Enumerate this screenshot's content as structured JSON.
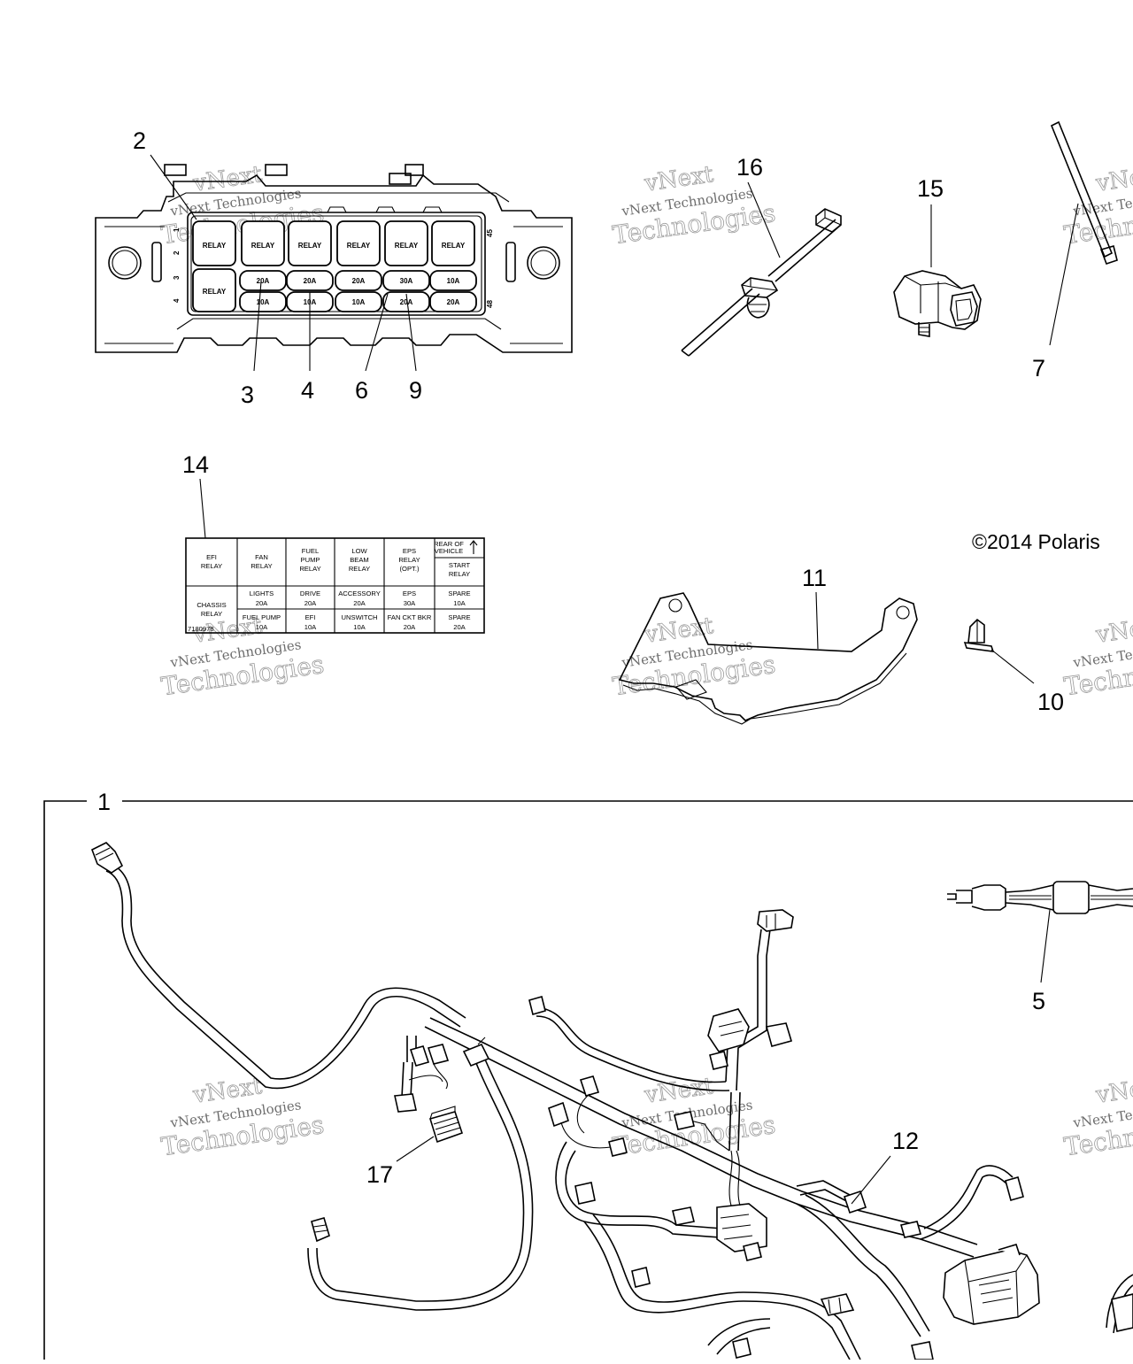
{
  "diagram": {
    "copyright": "©2014 Polaris",
    "watermark": {
      "line1": "vNext",
      "line2": "vNext Technologies",
      "line3": "Technologies"
    },
    "callouts": [
      "2",
      "3",
      "4",
      "6",
      "9",
      "16",
      "15",
      "7",
      "14",
      "11",
      "10",
      "1",
      "5",
      "12",
      "17"
    ],
    "fuse_box": {
      "relay_label": "RELAY",
      "fuses_row1": [
        "20A",
        "20A",
        "20A",
        "30A",
        "10A"
      ],
      "fuses_row2": [
        "10A",
        "10A",
        "10A",
        "20A",
        "20A"
      ],
      "row_numbers": [
        "1",
        "2",
        "3",
        "4"
      ],
      "corner_top": "45",
      "corner_bottom": "48"
    },
    "label_decal": {
      "top_row": [
        [
          "EFI",
          "RELAY"
        ],
        [
          "FAN",
          "RELAY"
        ],
        [
          "FUEL",
          "PUMP",
          "RELAY"
        ],
        [
          "LOW",
          "BEAM",
          "RELAY"
        ],
        [
          "EPS",
          "RELAY",
          "(OPT.)"
        ]
      ],
      "rear_of_vehicle": [
        "REAR OF",
        "VEHICLE"
      ],
      "start_relay": [
        "START",
        "RELAY"
      ],
      "chassis_relay": [
        "CHASSIS",
        "RELAY"
      ],
      "mid_row": [
        [
          "LIGHTS",
          "20A"
        ],
        [
          "DRIVE",
          "20A"
        ],
        [
          "ACCESSORY",
          "20A"
        ],
        [
          "EPS",
          "30A"
        ],
        [
          "SPARE",
          "10A"
        ]
      ],
      "bottom_row": [
        [
          "FUEL PUMP",
          "10A"
        ],
        [
          "EFI",
          "10A"
        ],
        [
          "UNSWITCH",
          "10A"
        ],
        [
          "FAN CKT BKR",
          "20A"
        ],
        [
          "SPARE",
          "20A"
        ]
      ],
      "part_number": "7180978"
    }
  }
}
